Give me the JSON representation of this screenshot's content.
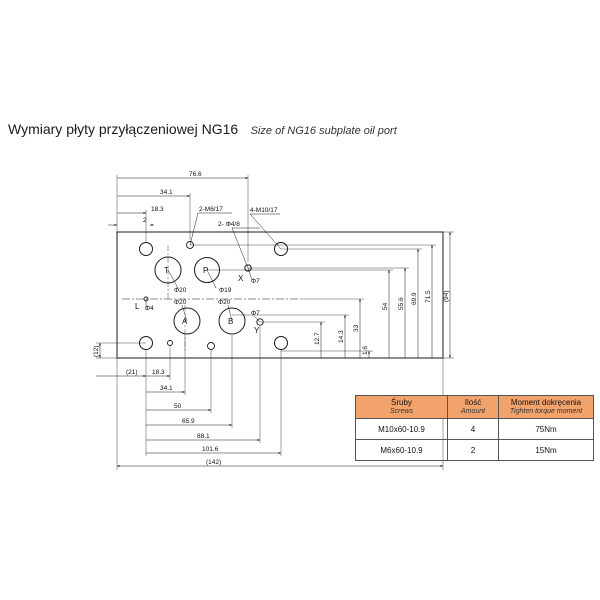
{
  "heading": {
    "polish": "Wymiary płyty przyłączeniowej NG16",
    "english": "Size of NG16 subplate oil port"
  },
  "ports": {
    "T": "T",
    "P": "P",
    "A": "A",
    "B": "B",
    "X": "X",
    "Y": "Y",
    "L": "L"
  },
  "callouts": {
    "d20_t": "Φ20",
    "d19_p": "Φ19",
    "d20_a": "Φ20",
    "d20_b": "Φ20",
    "d7_x": "Φ7",
    "d7_y": "Φ7",
    "d4_l": "Φ4",
    "thread_m6": "2-M6/17",
    "thread_m10": "4-M10/17",
    "pin_d4": "2- Φ4/8"
  },
  "dimensions_top": {
    "d76_6": "76.6",
    "d34_1": "34.1",
    "d18_3": "18.3",
    "d2": "2"
  },
  "dimensions_bottom": {
    "d21": "(21)",
    "d18_3": "18.3",
    "d34_1": "34.1",
    "d50": "50",
    "d65_9": "65.9",
    "d88_1": "88.1",
    "d101_6": "101.6",
    "d142": "(142)"
  },
  "dimensions_right": {
    "d1_6": "1.6",
    "d12_7": "12.7",
    "d14_3": "14.3",
    "d33": "33",
    "d54": "54",
    "d55_6": "55.6",
    "d69_9": "69.9",
    "d71_5": "71.5",
    "d94": "(94)"
  },
  "dimensions_left": {
    "d12": "(12)"
  },
  "colors": {
    "line": "#1a1a1a",
    "header_fill": "#f2a36b"
  },
  "table": {
    "headers": [
      {
        "main": "Śruby",
        "sub": "Screws"
      },
      {
        "main": "Ilość",
        "sub": "Amount"
      },
      {
        "main": "Moment dokręcenia",
        "sub": "Tighten torque moment"
      }
    ],
    "rows": [
      {
        "screw": "M10x60-10.9",
        "amount": "4",
        "torque": "75Nm"
      },
      {
        "screw": "M6x60-10.9",
        "amount": "2",
        "torque": "15Nm"
      }
    ]
  }
}
